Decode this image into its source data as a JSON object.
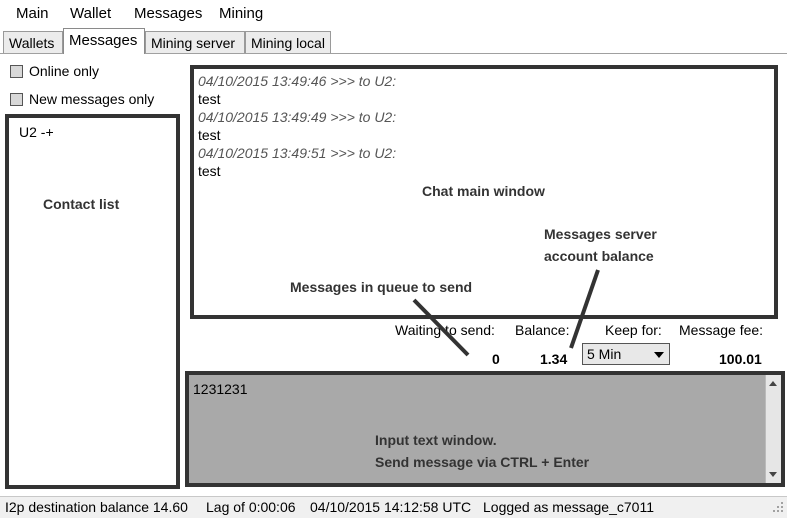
{
  "menu": [
    "Main",
    "Wallet",
    "Messages",
    "Mining"
  ],
  "tabs": [
    {
      "label": "Wallets",
      "active": false
    },
    {
      "label": "Messages",
      "active": true
    },
    {
      "label": "Mining server",
      "active": false
    },
    {
      "label": "Mining local",
      "active": false
    }
  ],
  "filters": {
    "online_only": "Online only",
    "new_only": "New messages only"
  },
  "contacts": [
    "U2 -+"
  ],
  "messages": [
    {
      "header": "04/10/2015 13:49:46 >>> to U2:",
      "body": "test"
    },
    {
      "header": "04/10/2015 13:49:49 >>> to U2:",
      "body": "test"
    },
    {
      "header": "04/10/2015 13:49:51 >>> to U2:",
      "body": "test"
    }
  ],
  "stats": {
    "waiting_label": "Waiting to send:",
    "waiting_value": "0",
    "balance_label": "Balance:",
    "balance_value": "1.34",
    "keep_label": "Keep for:",
    "keep_value": "5 Min",
    "fee_label": "Message fee:",
    "fee_value": "100.01"
  },
  "input": {
    "value": "1231231"
  },
  "annotations": {
    "contact_list": "Contact list",
    "chat_main": "Chat main window",
    "server_balance_1": "Messages server",
    "server_balance_2": "account balance",
    "queue": "Messages in queue to send",
    "input_1": "Input text window.",
    "input_2": "Send message via CTRL + Enter"
  },
  "status": {
    "balance": "I2p destination balance 14.60",
    "lag": "Lag of 0:00:06",
    "time": "04/10/2015 14:12:58 UTC",
    "user": "Logged as message_c7011"
  }
}
